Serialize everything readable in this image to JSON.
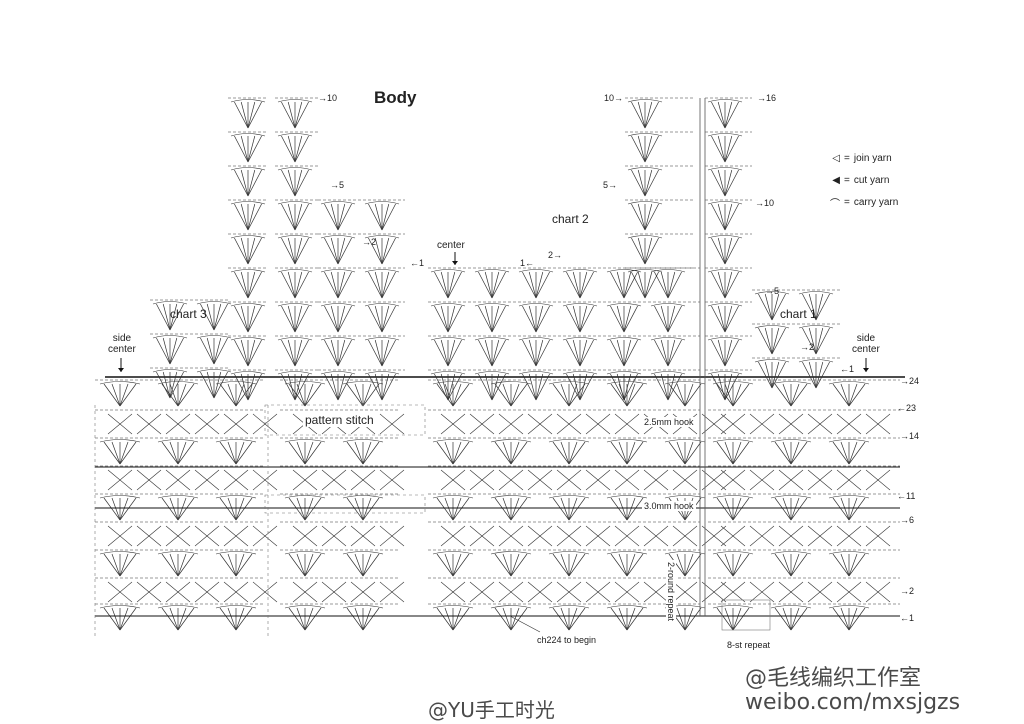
{
  "title": "Body",
  "labels": {
    "chart1": "chart 1",
    "chart2": "chart 2",
    "chart3": "chart 3",
    "center": "center",
    "side_center_left": "side\ncenter",
    "side_center_right": "side\ncenter",
    "pattern_stitch": "pattern stitch",
    "hook_25": "2.5mm hook",
    "hook_30": "3.0mm hook",
    "repeat_2round": "2-round repeat",
    "repeat_8st": "8-st repeat",
    "begin": "ch224 to begin"
  },
  "row_markers": [
    "→24",
    "←23",
    "→14",
    "←11",
    "→6",
    "→2",
    "←1"
  ],
  "top_markers": {
    "left_top": "→10",
    "left_5": "→5",
    "left_2": "→2",
    "left_1": "←1",
    "mid_10": "10→",
    "mid_5": "5→",
    "mid_2": "2→",
    "mid_1": "1←",
    "right_16": "→16",
    "right_10": "→10",
    "right_5": "→5",
    "right_2": "→2",
    "right_1": "←1"
  },
  "legend": [
    {
      "symbol": "◁",
      "label": "join yarn"
    },
    {
      "symbol": "◀",
      "label": "cut yarn"
    },
    {
      "symbol": "⌒",
      "label": "carry yarn"
    }
  ],
  "watermarks": {
    "weibo_user": "@毛线编织工作室",
    "weibo_url": "weibo.com/mxsjgzs",
    "bottom": "@YU手工时光"
  }
}
